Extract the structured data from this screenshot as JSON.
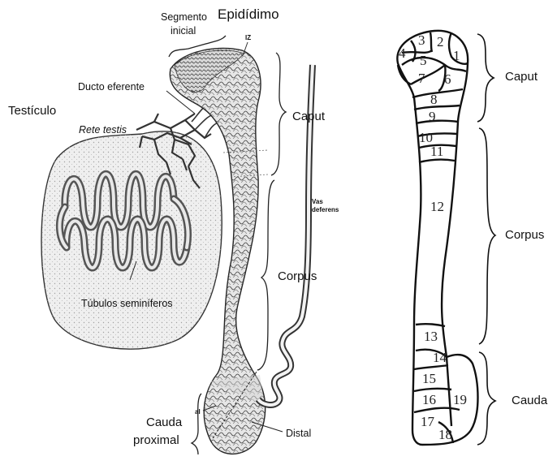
{
  "left_figure": {
    "title": "Epidídimo",
    "segmento_inicial": [
      "Segmento",
      "inicial"
    ],
    "iz": "IZ",
    "ducto_eferente": "Ducto eferente",
    "testiculo": "Testículo",
    "rete_testis": "Rete testis",
    "caput": "Caput",
    "vas_deferens": [
      "Vas",
      "deferens"
    ],
    "corpus": "Corpus",
    "tubulos": "Túbulos seminíferos",
    "cauda_proximal": [
      "Cauda",
      "proximal"
    ],
    "distal": "Distal",
    "al": "al"
  },
  "right_figure": {
    "segments": [
      "1",
      "2",
      "3",
      "4",
      "5",
      "6",
      "7",
      "8",
      "9",
      "10",
      "11",
      "12",
      "13",
      "14",
      "15",
      "16",
      "17",
      "18",
      "19"
    ],
    "regions": [
      "Caput",
      "Corpus",
      "Cauda"
    ]
  }
}
